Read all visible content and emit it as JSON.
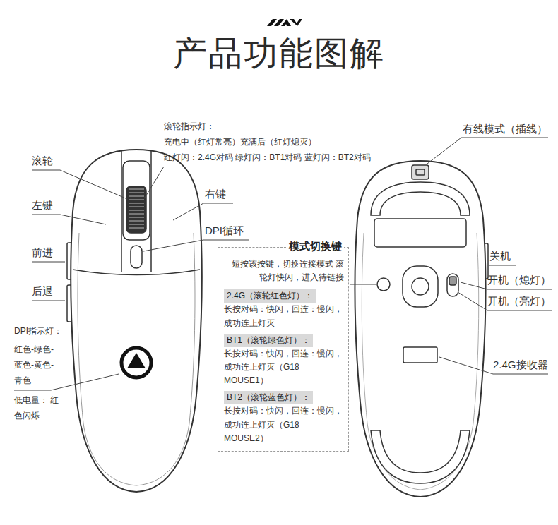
{
  "diagram": {
    "title": "产品功能图解",
    "nodes": [
      {
        "text": [
          "模式切换键",
          "短按该按键，切换连接模式 滚轮灯快闪，进入待链接"
        ]
      },
      {
        "text": [
          "2.4G（滚轮红色灯）：",
          "长按对码：快闪，回连：慢闪，成功连上灯灭"
        ],
        "in": 0
      },
      {
        "text": [
          "BT1（滚轮绿色灯）：",
          "长按对码：快闪，回连：慢闪，成功连上灯灭（G18 MOUSE1）"
        ],
        "in": 0
      },
      {
        "text": [
          "BT2（滚轮蓝色灯）：",
          "长按对码：快闪，回连：慢闪，成功连上灯灭（G18 MOUSE2）"
        ],
        "in": 0
      }
    ],
    "labels": [
      "滚轮指示灯：",
      "充电中（红灯常亮）充满后（红灯熄灭）",
      "红灯闪：2.4G对码 绿灯闪：BT1对码 蓝灯闪：BT2对码",
      "有线模式（插线）",
      "滚轮",
      "左键",
      "右键",
      "DPI循环",
      "前进",
      "关机",
      "开机（熄灯）",
      "后退",
      "开机（亮灯）",
      "DPI指示灯：",
      "红色-绿色- 蓝色-黄色- 青色",
      "低电量： 红色闪烁",
      "2.4G接收器"
    ]
  }
}
